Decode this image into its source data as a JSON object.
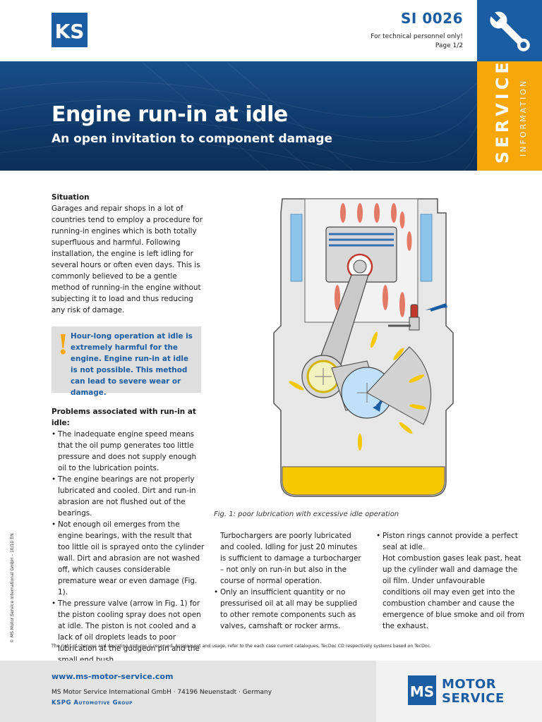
{
  "header": {
    "doc_number": "SI 0026",
    "audience_note": "For technical personnel only!",
    "page_label": "Page 1/2",
    "logo_text": "KS",
    "side_label": "SERVICE",
    "side_sublabel": "INFORMATION"
  },
  "banner": {
    "title": "Engine run-in at idle",
    "subtitle": "An open invitation to component damage"
  },
  "situation": {
    "heading": "Situation",
    "body": "Garages and repair shops in a lot of countries tend to employ a procedure for running-in engines which is both totally superfluous and harmful. Following installation, the engine is left idling for several hours or often even days. This is commonly believed to be a gentle method of running-in the engine without subjecting it to load and thus reducing any risk of damage."
  },
  "warning": {
    "mark": "!",
    "text": "Hour-long operation at idle is extremely harmful for the engine. Engine run-in at idle is not possible. This method can lead to severe wear or damage."
  },
  "problems": {
    "heading": "Problems associated with run-in at idle:",
    "items": [
      "The inadequate engine speed means that the oil pump generates too little pressure and does not supply enough oil to the lubrication points.",
      "The engine bearings are not properly lubricated and cooled. Dirt and run-in abrasion are not flushed out of the bearings.",
      "Not enough oil emerges from the engine bearings, with the result that too little oil is sprayed onto the cylinder wall. Dirt and abrasion are not washed off, which causes considerable premature wear or even damage (Fig. 1).",
      "The pressure valve (arrow in Fig. 1) for the piston cooling spray does not open at idle. The piston is not cooled and a lack of oil droplets leads to poor lubrication at the gudgeon pin and the small end bush."
    ]
  },
  "figure": {
    "caption": "Fig. 1: poor lubrication with excessive idle operation"
  },
  "middle_column": {
    "continuation": "Turbochargers are poorly lubricated and cooled. Idling for just 20 minutes is sufficient to damage a turbocharger – not only on run-in but also in the course of normal operation.",
    "items": [
      "Only an insufficient quantity or no pressurised oil at all may be supplied to other remote components such as valves, camshaft or rocker arms."
    ]
  },
  "right_column": {
    "items": [
      "Piston rings cannot provide a perfect seal at idle."
    ],
    "continuation": "Hot combustion gases leak past, heat up the cylinder wall and damage the oil film. Under unfavourable conditions oil may even get into the combustion chamber and cause the emergence of blue smoke and oil from the exhaust."
  },
  "legal": {
    "copyright": "© MS Motor Service International GmbH – 10/10 EN",
    "disclaimer": "The right of changes and deviating pictures is reserved. Assignment and usage, refer to the each case current catalogues, TecDoc CD respectively systems based on TecDoc."
  },
  "footer": {
    "url": "www.ms-motor-service.com",
    "address": "MS Motor Service International GmbH · 74196 Neuenstadt · Germany",
    "group": "KSPG Automotive Group",
    "brand_line1": "MOTOR",
    "brand_line2": "SERVICE",
    "brand_logo_text": "MS"
  },
  "colors": {
    "brand_blue": "#1b5da3",
    "accent_orange": "#f7a70a",
    "banner_dark": "#0f3a6b",
    "oil_yellow": "#f5c800",
    "heat_red": "#e2644e"
  }
}
